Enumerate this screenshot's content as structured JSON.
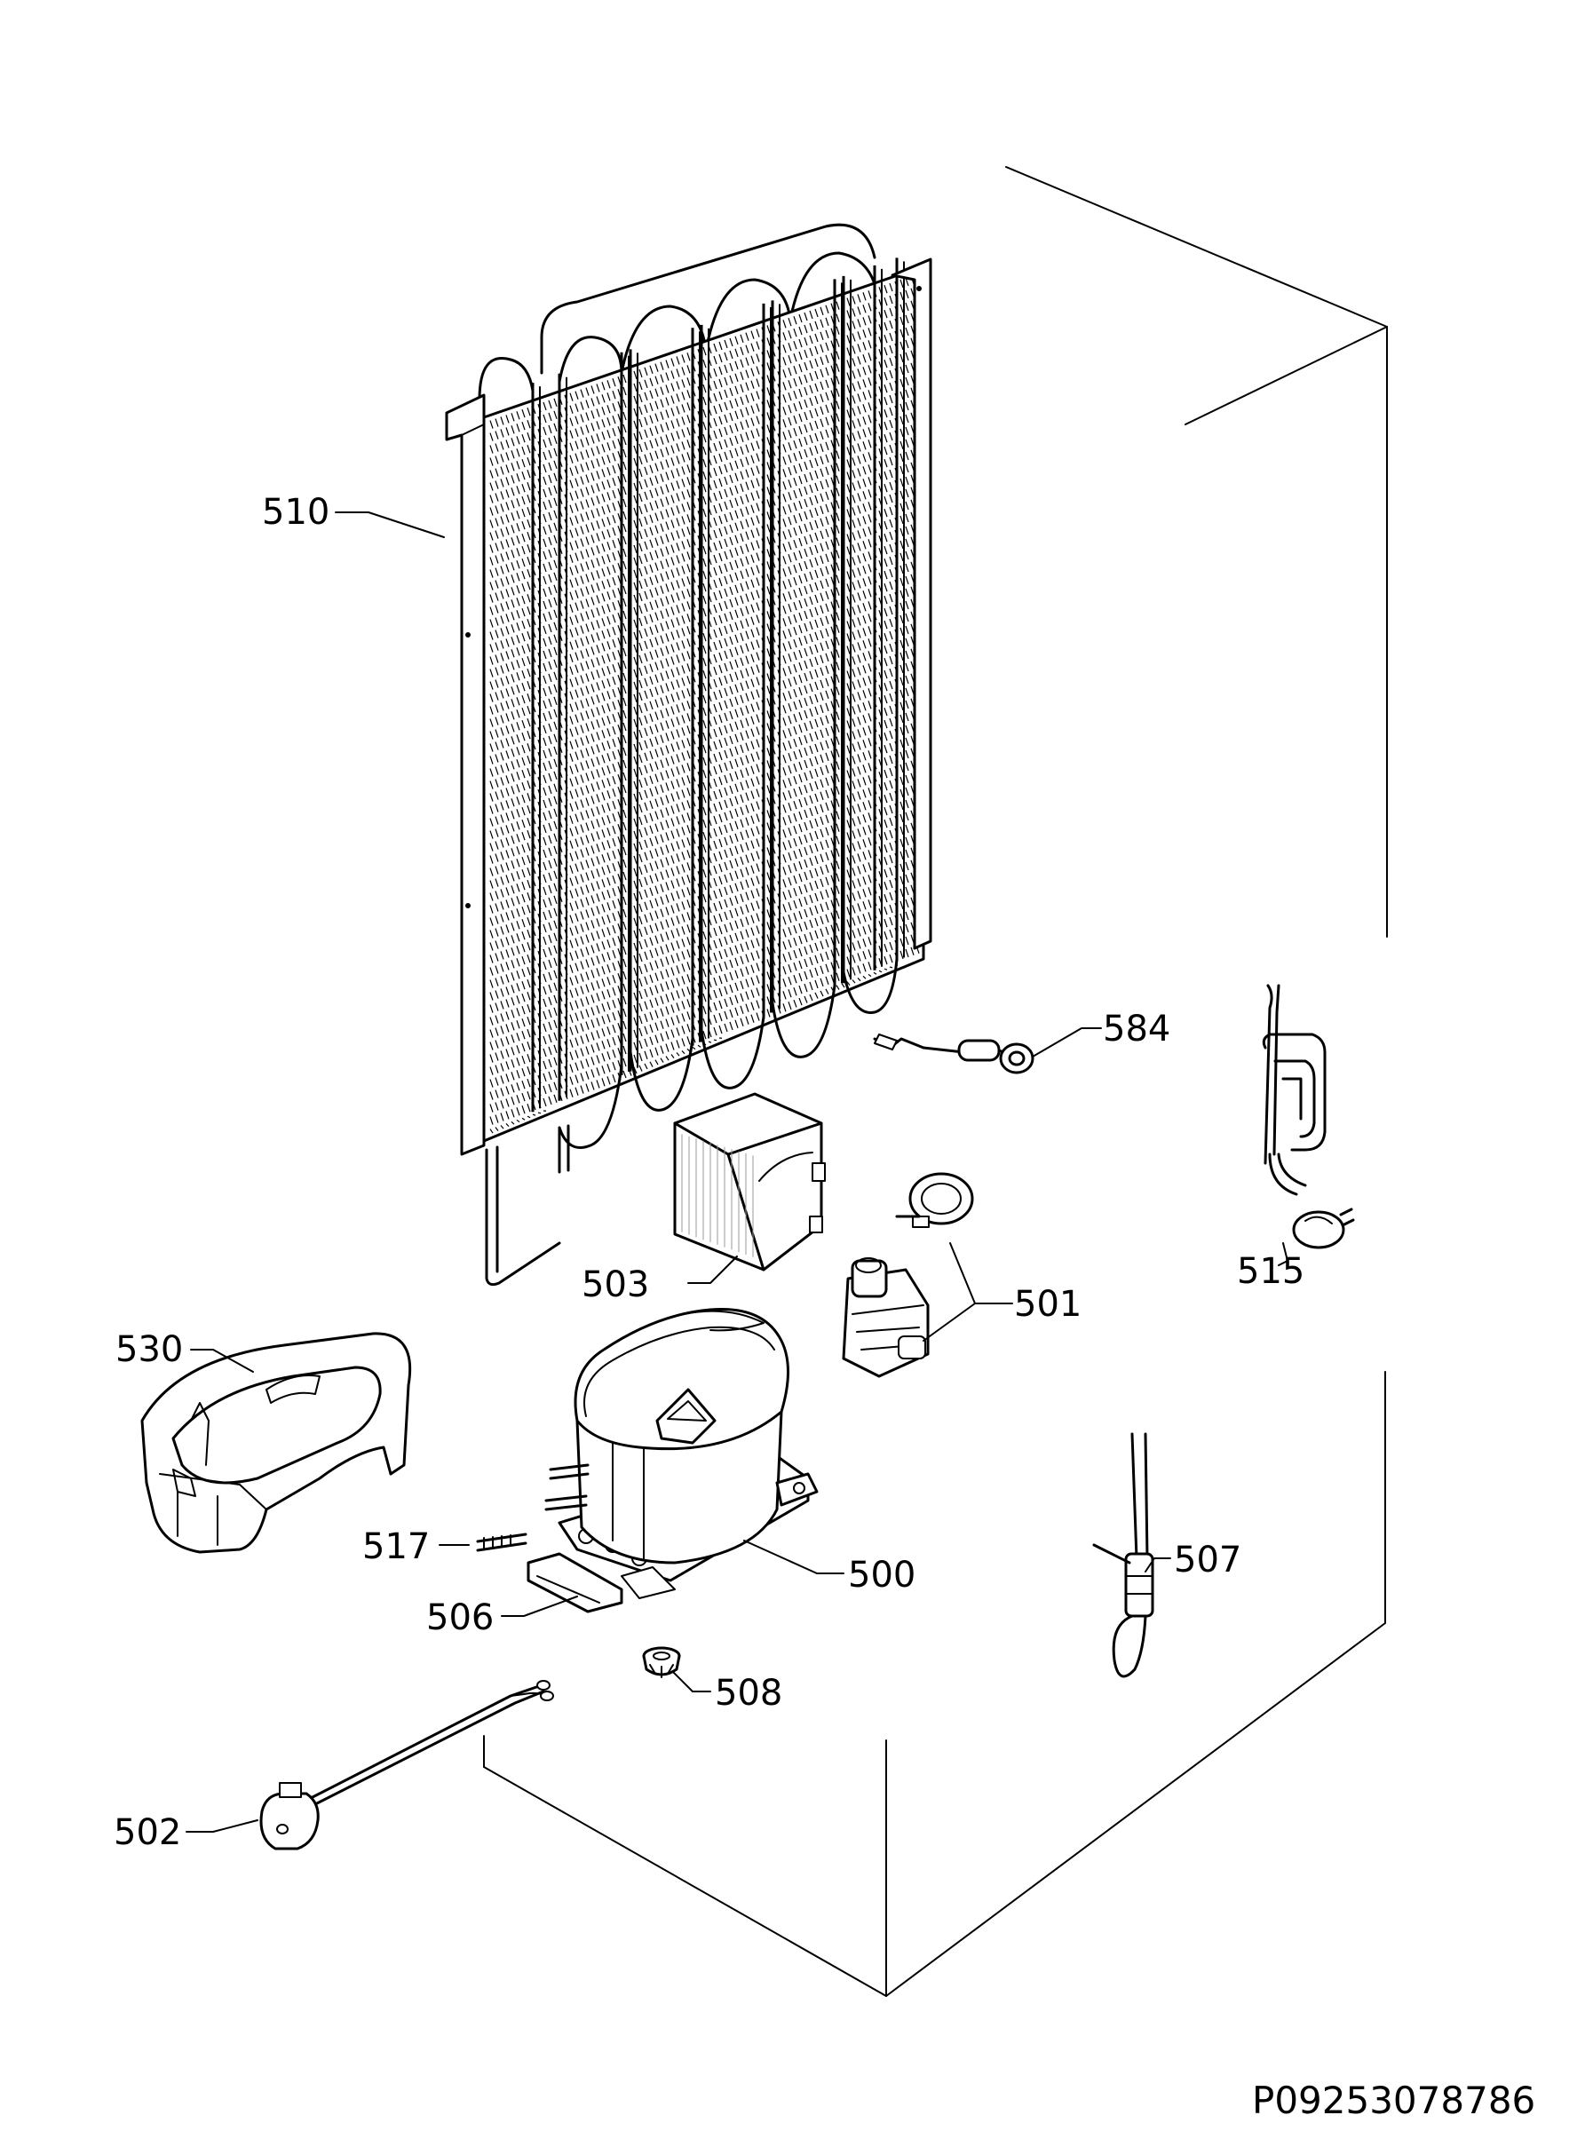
{
  "diagram": {
    "parts": [
      {
        "id": "p500",
        "label": "500",
        "icon": "compressor-icon"
      },
      {
        "id": "p501",
        "label": "501",
        "icon": "relay-protector-icon"
      },
      {
        "id": "p502",
        "label": "502",
        "icon": "capacitor-icon"
      },
      {
        "id": "p503",
        "label": "503",
        "icon": "relay-cover-icon"
      },
      {
        "id": "p506",
        "label": "506",
        "icon": "mounting-plate-icon"
      },
      {
        "id": "p507",
        "label": "507",
        "icon": "filter-drier-icon"
      },
      {
        "id": "p508",
        "label": "508",
        "icon": "grommet-icon"
      },
      {
        "id": "p510",
        "label": "510",
        "icon": "condenser-icon"
      },
      {
        "id": "p515",
        "label": "515",
        "icon": "power-cord-icon"
      },
      {
        "id": "p517",
        "label": "517",
        "icon": "pipe-icon"
      },
      {
        "id": "p530",
        "label": "530",
        "icon": "drip-tray-icon"
      },
      {
        "id": "p584",
        "label": "584",
        "icon": "cable-grommet-icon"
      }
    ],
    "document_number": "P09253078786"
  }
}
